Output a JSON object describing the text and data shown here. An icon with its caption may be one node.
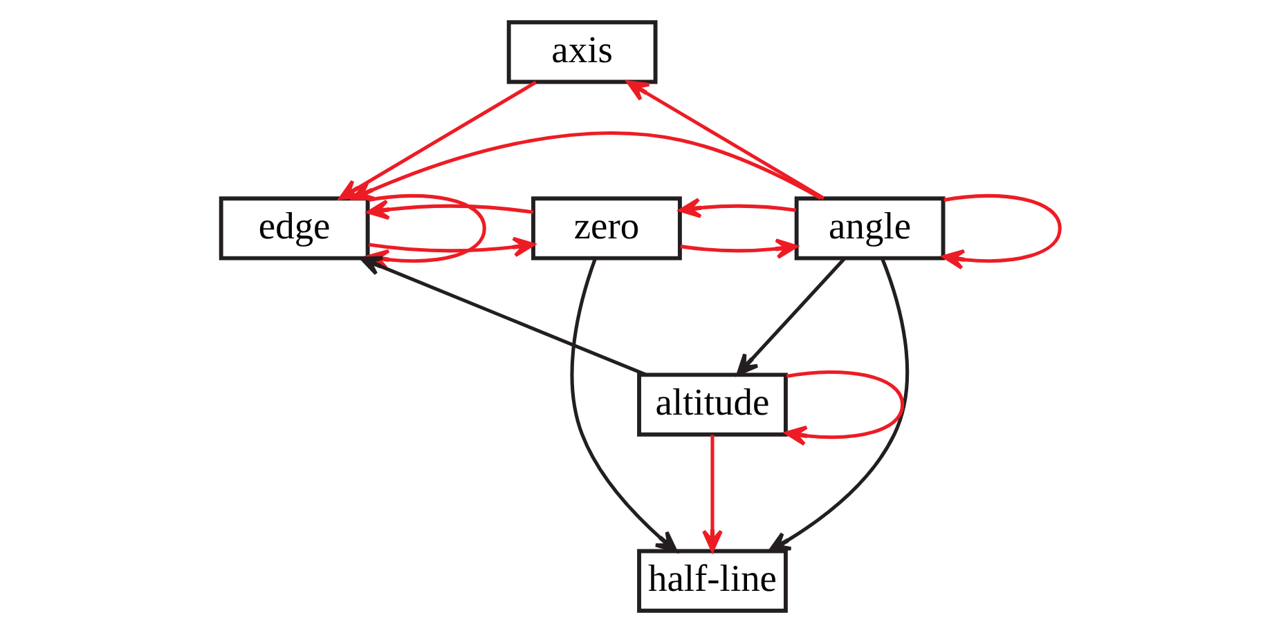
{
  "diagram": {
    "nodes": [
      {
        "text": [
          "axis"
        ]
      },
      {
        "text": [
          "angle"
        ]
      },
      {
        "text": [
          "zero"
        ]
      },
      {
        "text": [
          "edge"
        ]
      },
      {
        "text": [
          "half-line"
        ]
      },
      {
        "text": [
          "altitude"
        ]
      }
    ],
    "edges": [
      {
        "from": 1,
        "to": 0,
        "arrow": "to"
      },
      {
        "from": 0,
        "to": 3,
        "arrow": "to"
      },
      {
        "from": 1,
        "to": 3,
        "arrow": "to"
      },
      {
        "from": 1,
        "to": 1,
        "arrow": "to"
      },
      {
        "from": 3,
        "to": 3,
        "arrow": "to"
      },
      {
        "from": 2,
        "to": 1,
        "arrow": "to"
      },
      {
        "from": 1,
        "to": 2,
        "arrow": "to"
      },
      {
        "from": 3,
        "to": 2,
        "arrow": "to"
      },
      {
        "from": 2,
        "to": 3,
        "arrow": "to"
      },
      {
        "from": 2,
        "to": 4,
        "arrow": "to",
        "color": "#231f20"
      },
      {
        "from": 1,
        "to": 4,
        "arrow": "to",
        "color": "#231f20"
      },
      {
        "from": 1,
        "to": 5,
        "arrow": "to",
        "color": "#231f20"
      },
      {
        "from": 5,
        "to": 4,
        "arrow": "to"
      },
      {
        "from": 5,
        "to": 3,
        "arrow": "to",
        "color": "#231f20"
      },
      {
        "from": 5,
        "to": 5,
        "arrow": "to"
      }
    ]
  }
}
